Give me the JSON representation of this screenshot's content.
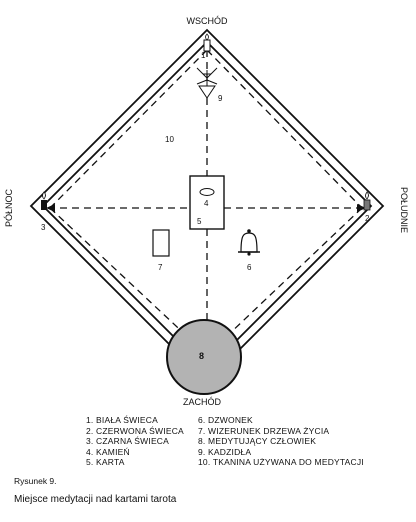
{
  "directions": {
    "east": "WSCHÓD",
    "west": "ZACHÓD",
    "north": "PÓŁNOC",
    "south": "POŁUDNIE"
  },
  "markers": {
    "m1": "1",
    "m2": "2",
    "m3": "3",
    "m4": "4",
    "m5": "5",
    "m6": "6",
    "m7": "7",
    "m8": "8",
    "m9": "9",
    "m10": "10"
  },
  "legend_left": [
    "1. BIAŁA ŚWIECA",
    "2. CZERWONA ŚWIECA",
    "3. CZARNA ŚWIECA",
    "4. KAMIEŃ",
    "5. KARTA"
  ],
  "legend_right": [
    "6. DZWONEK",
    "7. WIZERUNEK DRZEWA ŻYCIA",
    "8. MEDYTUJĄCY CZŁOWIEK",
    "9. KADZIDŁA",
    "10. TKANINA UŻYWANA DO MEDYTACJI"
  ],
  "figure_label": "Rysunek 9.",
  "caption": "Miejsce medytacji nad kartami tarota",
  "colors": {
    "ink": "#111111",
    "person_fill": "#b3b3b3"
  }
}
